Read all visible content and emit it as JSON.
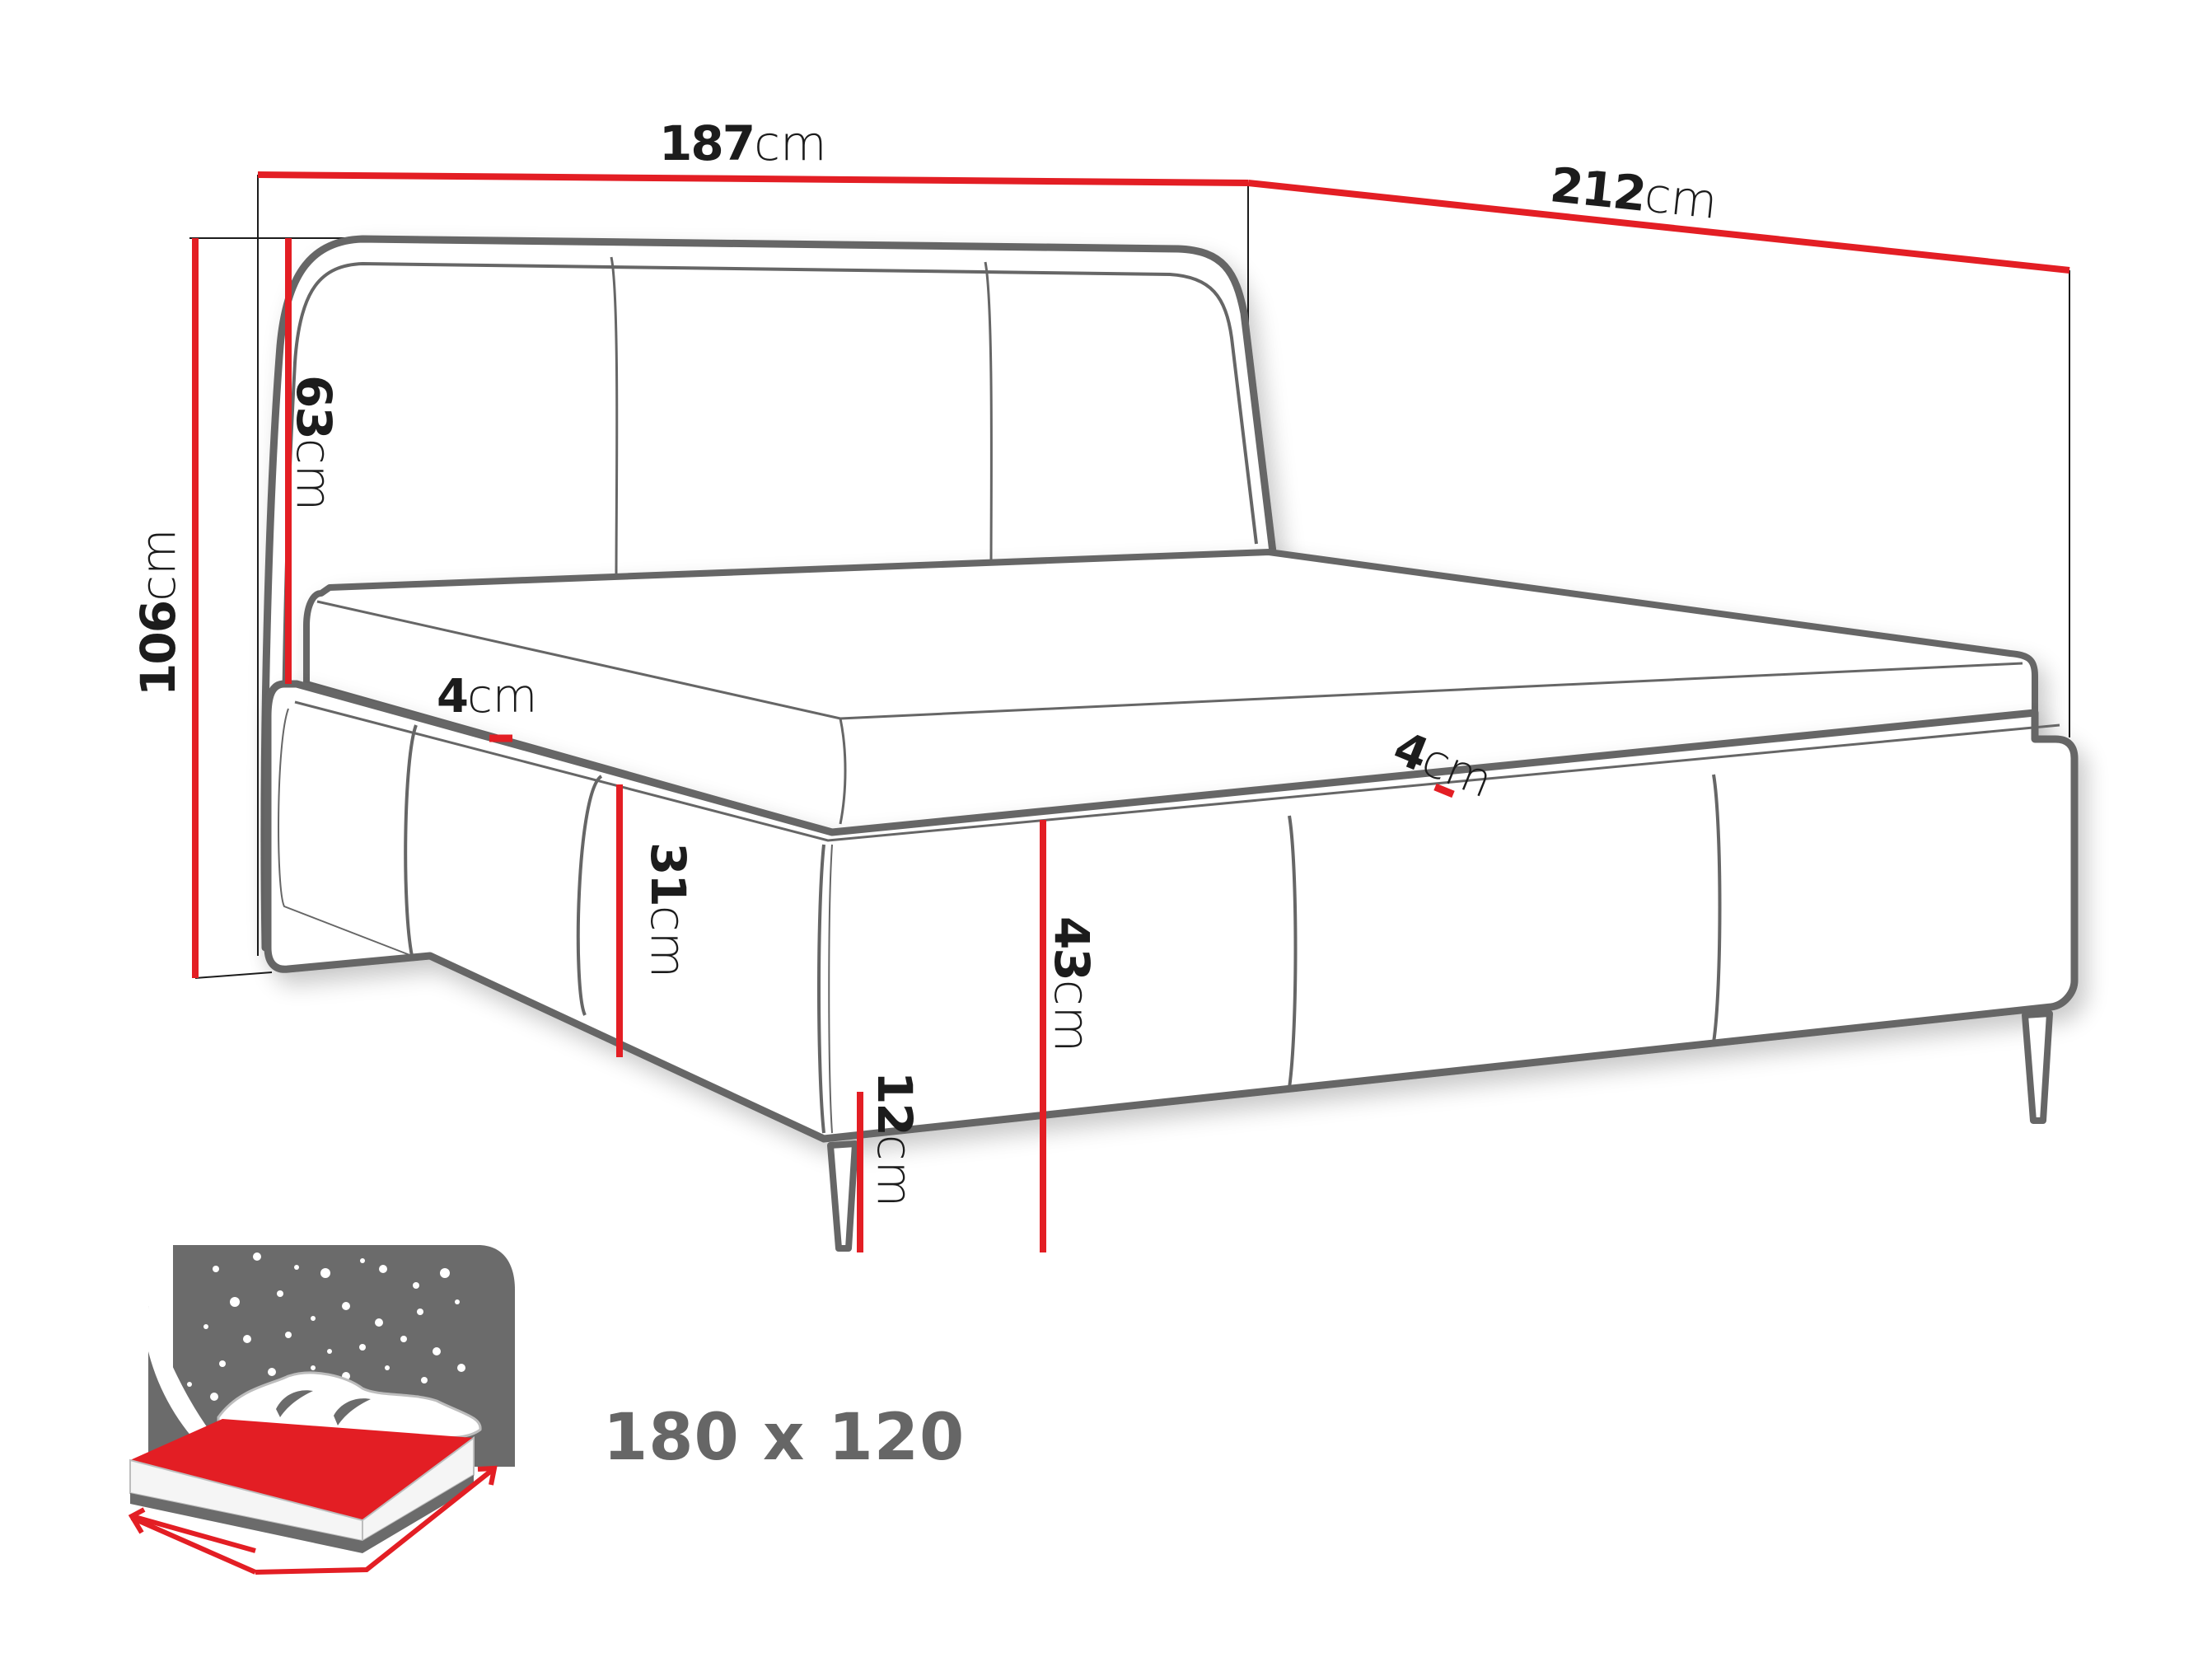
{
  "diagram": {
    "type": "product-dimension-drawing",
    "subject": "upholstered bed with headboard",
    "colors": {
      "dimension_line": "#E31E24",
      "outline": "#666666",
      "extension_line": "#1c1c1c",
      "label_text": "#1c1c1c",
      "icon_gray": "#6b6b6b",
      "icon_red": "#E31E24",
      "background": "#ffffff"
    }
  },
  "dimensions": {
    "total_width": {
      "value": "187",
      "unit": "cm"
    },
    "total_length": {
      "value": "212",
      "unit": "cm"
    },
    "total_height": {
      "value": "106",
      "unit": "cm"
    },
    "headboard_height": {
      "value": "63",
      "unit": "cm"
    },
    "frame_edge_left": {
      "value": "4",
      "unit": "cm"
    },
    "frame_edge_right": {
      "value": "4",
      "unit": "cm"
    },
    "side_rail_height": {
      "value": "31",
      "unit": "cm"
    },
    "bed_height": {
      "value": "43",
      "unit": "cm"
    },
    "leg_height": {
      "value": "12",
      "unit": "cm"
    }
  },
  "mattress_icon": {
    "size_label": "180 x 120",
    "icon": "mattress-size-icon"
  }
}
